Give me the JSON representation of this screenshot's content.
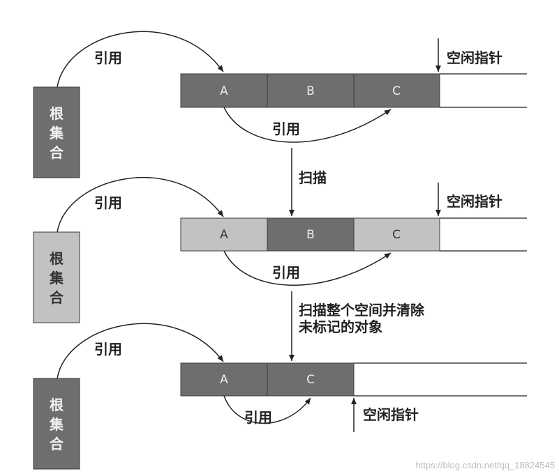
{
  "stages": [
    {
      "root": {
        "chars": [
          "根",
          "集",
          "合"
        ],
        "style": "dark"
      },
      "root_ref_label": "引用",
      "cells": [
        {
          "label": "A",
          "style": "dark"
        },
        {
          "label": "B",
          "style": "dark"
        },
        {
          "label": "C",
          "style": "dark"
        }
      ],
      "inner_ref_label": "引用",
      "free_pointer_label": "空闲指针"
    },
    {
      "root": {
        "chars": [
          "根",
          "集",
          "合"
        ],
        "style": "light"
      },
      "root_ref_label": "引用",
      "cells": [
        {
          "label": "A",
          "style": "light"
        },
        {
          "label": "B",
          "style": "dark"
        },
        {
          "label": "C",
          "style": "light"
        }
      ],
      "inner_ref_label": "引用",
      "free_pointer_label": "空闲指针"
    },
    {
      "root": {
        "chars": [
          "根",
          "集",
          "合"
        ],
        "style": "dark"
      },
      "root_ref_label": "引用",
      "cells": [
        {
          "label": "A",
          "style": "dark"
        },
        {
          "label": "C",
          "style": "dark"
        }
      ],
      "inner_ref_label": "引用",
      "free_pointer_label": "空闲指针"
    }
  ],
  "transitions": [
    {
      "lines": [
        "扫描"
      ]
    },
    {
      "lines": [
        "扫描整个空间并清除",
        "未标记的对象"
      ]
    }
  ],
  "watermark": "https://blog.csdn.net/qq_18824545",
  "colors": {
    "dark": "#6e6e6e",
    "light": "#c2c2c2",
    "border": "#3a3a3a",
    "root_dark_text": "#f2f2f2",
    "root_light_text": "#333333"
  }
}
